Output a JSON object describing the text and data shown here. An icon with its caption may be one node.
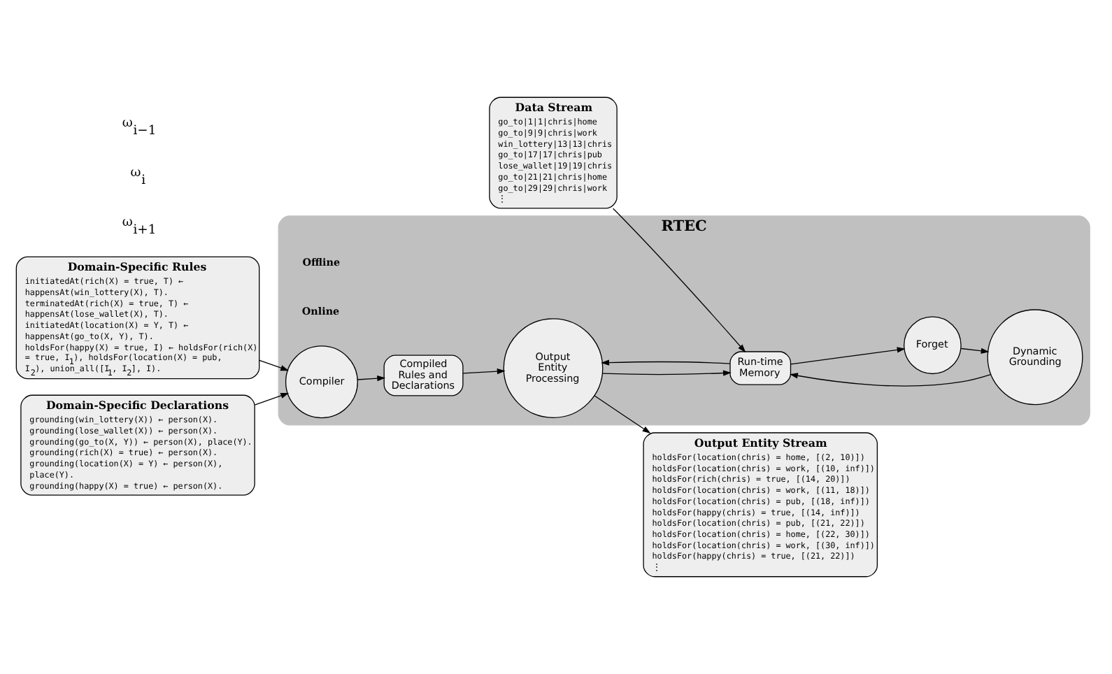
{
  "diagram": {
    "nodes": [
      {
        "text": [
          "Domain-Specific Rules",
          "initiatedAt(rich(X) = true, T) ← happensAt(win_lottery(X), T).",
          "terminatedAt(rich(X) = true, T) ← happensAt(lose_wallet(X), T).",
          "initiatedAt(location(X) = Y, T) ← happensAt(go_to(X, Y), T).",
          "holdsFor(happy(X) = true, I) ← holdsFor(rich(X) = true, I$_{1}$), holdsFor(location(X) = pub, I$_{2}$), union_all([I$_{1}$, I$_{2}$], I)."
        ]
      },
      {
        "text": [
          "Domain-Specific Declarations",
          "grounding(win_lottery(X)) ← person(X).",
          "grounding(lose_wallet(X)) ← person(X).",
          "grounding(go_to(X, Y)) ← person(X), place(Y).",
          "grounding(rich(X) = true) ← person(X).",
          "grounding(location(X) = Y) ← person(X), place(Y).",
          "grounding(happy(X) = true) ← person(X)."
        ]
      },
      {
        "text": [
          "RTEC"
        ]
      },
      {
        "text": [
          "Compiler"
        ],
        "in": 2
      },
      {
        "text": [
          "Compiled Rules and Declarations"
        ],
        "in": 2
      },
      {
        "text": [
          "Dynamic Grounding"
        ],
        "in": 2
      },
      {
        "text": [
          "Forget"
        ],
        "in": 2
      },
      {
        "text": [
          "Run-time Memory"
        ],
        "in": 2
      },
      {
        "text": [
          "Output Entity Processing"
        ],
        "in": 2
      },
      {
        "text": [
          "Data Stream",
          "go_to|1|1|chris|home",
          "go_to|9|9|chris|work",
          "win_lottery|13|13|chris",
          "go_to|17|17|chris|pub",
          "lose_wallet|19|19|chris",
          "go_to|21|21|chris|home",
          "go_to|29|29|chris|work",
          "⋮"
        ]
      },
      {
        "text": [
          "Output Entity Stream",
          "holdsFor(location(chris) = home, [(2, 10)])",
          "holdsFor(location(chris) = work, [(10, inf)])",
          "holdsFor(rich(chris) = true, [(14, 20)])",
          "holdsFor(location(chris) = work, [(11, 18)])",
          "holdsFor(location(chris) = pub, [(18, inf)])",
          "holdsFor(happy(chris) = true, [(14, inf)])",
          "holdsFor(location(chris) = pub, [(21, 22)])",
          "holdsFor(location(chris) = home, [(22, 30)])",
          "holdsFor(location(chris) = work, [(30, inf)])",
          "holdsFor(happy(chris) = true, [(21, 22)])",
          "⋮"
        ]
      }
    ],
    "edges": [
      {
        "from": 0,
        "to": 3,
        "arrow": "to"
      },
      {
        "from": 1,
        "to": 3,
        "arrow": "to"
      },
      {
        "from": 3,
        "to": 4,
        "arrow": "to"
      },
      {
        "from": 4,
        "to": 8,
        "arrow": "to"
      },
      {
        "from": 9,
        "to": 7,
        "arrow": "to"
      },
      {
        "from": 5,
        "to": 7,
        "arrow": "to"
      },
      {
        "from": 6,
        "to": 5,
        "arrow": "to"
      },
      {
        "from": 7,
        "to": 6,
        "arrow": "to"
      },
      {
        "from": 8,
        "to": 7,
        "arrow": "to"
      },
      {
        "from": 7,
        "to": 8,
        "arrow": "to"
      },
      {
        "from": 8,
        "to": 10,
        "arrow": "to"
      }
    ],
    "labels": [
      "Offline",
      "Online",
      "ω$_{i−1}$",
      "ω$_{i}$",
      "ω$_{i+1}$"
    ]
  }
}
